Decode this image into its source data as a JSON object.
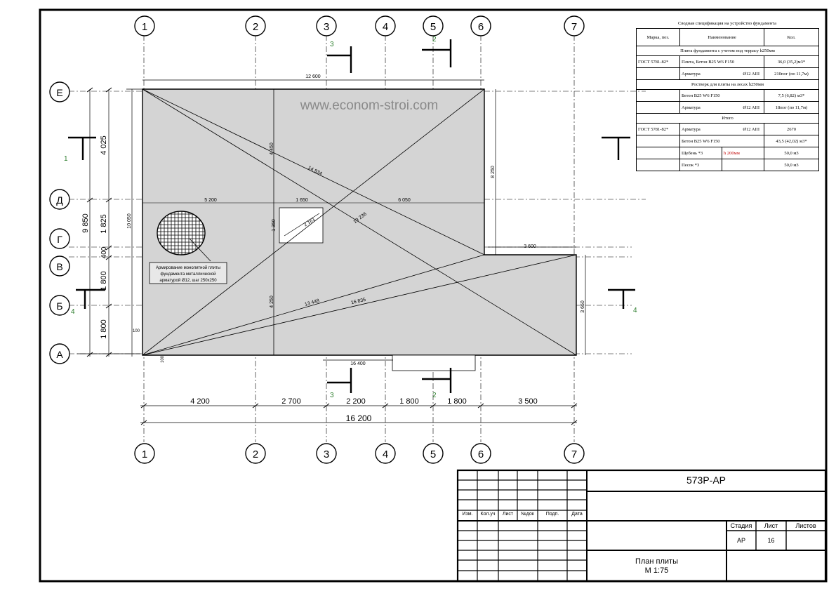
{
  "watermark": "www.econom-stroi.com",
  "axes": {
    "columns": [
      "1",
      "2",
      "3",
      "4",
      "5",
      "6",
      "7"
    ],
    "rows": [
      "Е",
      "Д",
      "Г",
      "В",
      "Б",
      "А"
    ]
  },
  "dimensions": {
    "top_overall": "12 600",
    "bottom_notch": "16 400",
    "bottom_chain": [
      "4 200",
      "2 700",
      "2 200",
      "1 800",
      "1 800",
      "3 500"
    ],
    "bottom_total": "16 200",
    "left_chain": [
      "4 025",
      "1 825",
      "400",
      "1 800",
      "1 800"
    ],
    "left_total": "9 850",
    "left_inner": "10 050",
    "mid_segments": [
      "5 200",
      "1 650",
      "6 050"
    ],
    "opening_height": "1 350",
    "opening_diagonal": "2 161",
    "col2_upper": "4 450",
    "col2_lower": "4 250",
    "right_upper": "8 250",
    "right_lower": "3 650",
    "step_width": "3 600",
    "diagonals": [
      "14 934",
      "19 236",
      "13 448",
      "16 835"
    ],
    "small_100a": "100",
    "small_100b": "100"
  },
  "annotation": [
    "Армирование монолитной плиты",
    "фундамента металлической",
    "арматурой Ø12, шаг 250х250"
  ],
  "section_marks": [
    "1",
    "2",
    "3",
    "4"
  ],
  "spec": {
    "title": "Сводная спецификация на устройство фундамента",
    "headers": [
      "Марка, поз.",
      "Наименование",
      "Кол."
    ],
    "groups": [
      {
        "title": "Плита фундамента с учетом под террасу h250мм",
        "rows": [
          {
            "mark": "ГОСТ 5781-82*",
            "name": "Плита, Бетон В25 W6 F150",
            "dia": "",
            "qty": "36,0 (35,2)м3*",
            "red": false
          },
          {
            "mark": "",
            "name": "Арматура",
            "dia": "Ø12 AIII",
            "qty": "210пог (по 11,7м)",
            "red": false
          }
        ]
      },
      {
        "title": "Ростверк для плиты на лесах h250мм",
        "rows": [
          {
            "mark": "",
            "name": "Бетон В25 W6 F150",
            "dia": "",
            "qty": "7,5 (6,82) м3*",
            "red": false
          },
          {
            "mark": "",
            "name": "Арматура",
            "dia": "Ø12 AIII",
            "qty": "18пог (по 11,7м)",
            "red": false
          }
        ]
      },
      {
        "title": "Итого",
        "rows": [
          {
            "mark": "ГОСТ 5781-82*",
            "name": "Арматура",
            "dia": "Ø12 AIII",
            "qty": "2670",
            "red": false
          },
          {
            "mark": "",
            "name": "Бетон В25 W6 F150",
            "dia": "",
            "qty": "43,5 (42,02) м3*",
            "red": false
          },
          {
            "mark": "",
            "name": "Щебень *3",
            "dia": "h 200мм",
            "qty": "50,0 м3",
            "red": true
          },
          {
            "mark": "",
            "name": "Песок *3",
            "dia": "",
            "qty": "50,0 м3",
            "red": false
          }
        ]
      }
    ]
  },
  "titleblock": {
    "code": "573Р-АР",
    "cols": [
      "Изм.",
      "Кол.уч",
      "Лист",
      "№док",
      "Подп.",
      "Дата"
    ],
    "stage_header": "Стадия",
    "sheet_header": "Лист",
    "sheets_header": "Листов",
    "stage": "АР",
    "sheet": "16",
    "sheets": "",
    "title_line1": "План плиты",
    "title_line2": "М 1:75"
  },
  "colors": {
    "slab_fill": "#d4d4d4",
    "line": "#000000",
    "mark_green": "#2f7f2f",
    "red": "#c00000"
  }
}
